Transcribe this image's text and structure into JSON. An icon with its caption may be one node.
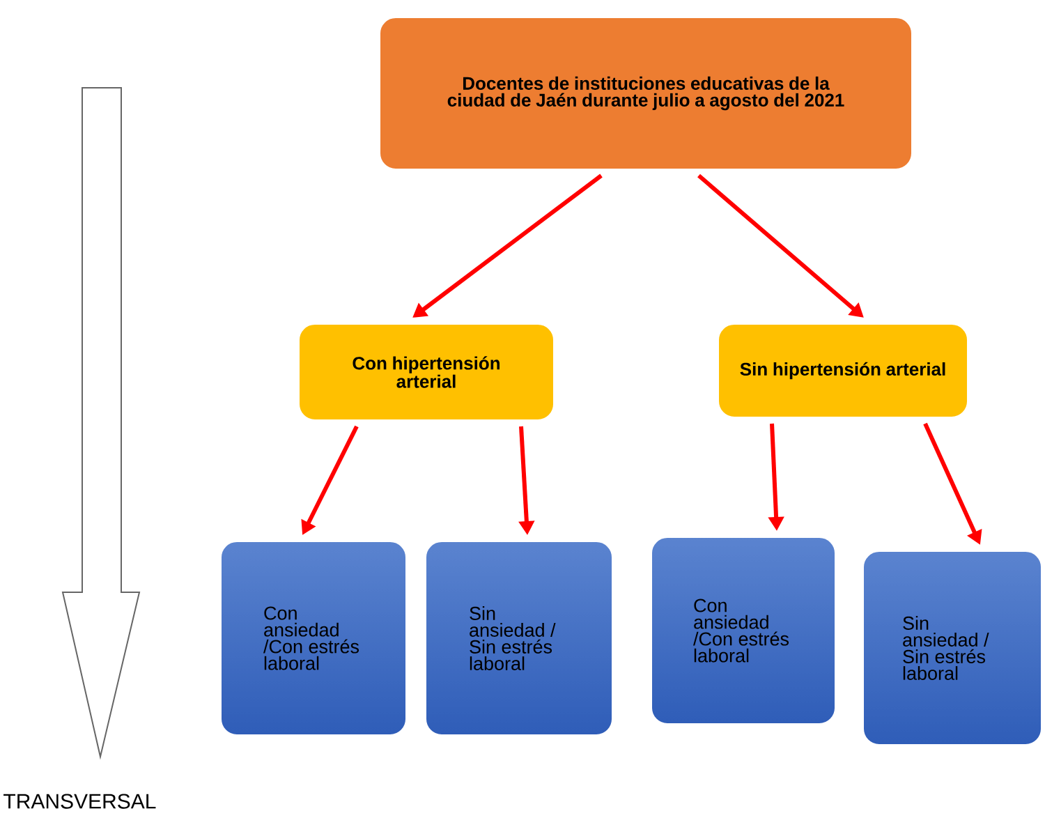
{
  "diagram": {
    "nodes": [
      {
        "text": [
          "Docentes de instituciones educativas de la ciudad de Jaén durante julio a agosto del 2021"
        ]
      },
      {
        "text": [
          "Con hipertensión arterial"
        ]
      },
      {
        "text": [
          "Sin hipertensión arterial"
        ]
      },
      {
        "text": [
          "Con ansiedad /Con estrés laboral"
        ]
      },
      {
        "text": [
          "Sin ansiedad / Sin estrés laboral"
        ]
      },
      {
        "text": [
          "Con ansiedad /Con estrés laboral"
        ]
      },
      {
        "text": [
          "Sin ansiedad / Sin estrés laboral"
        ]
      }
    ],
    "edges": [
      {
        "from": 0,
        "to": 1,
        "arrow": "to"
      },
      {
        "from": 0,
        "to": 2,
        "arrow": "to"
      },
      {
        "from": 1,
        "to": 3,
        "arrow": "to"
      },
      {
        "from": 1,
        "to": 4,
        "arrow": "to"
      },
      {
        "from": 2,
        "to": 5,
        "arrow": "to"
      },
      {
        "from": 2,
        "to": 6,
        "arrow": "to"
      }
    ],
    "labels": [
      "TRANSVERSAL"
    ]
  }
}
